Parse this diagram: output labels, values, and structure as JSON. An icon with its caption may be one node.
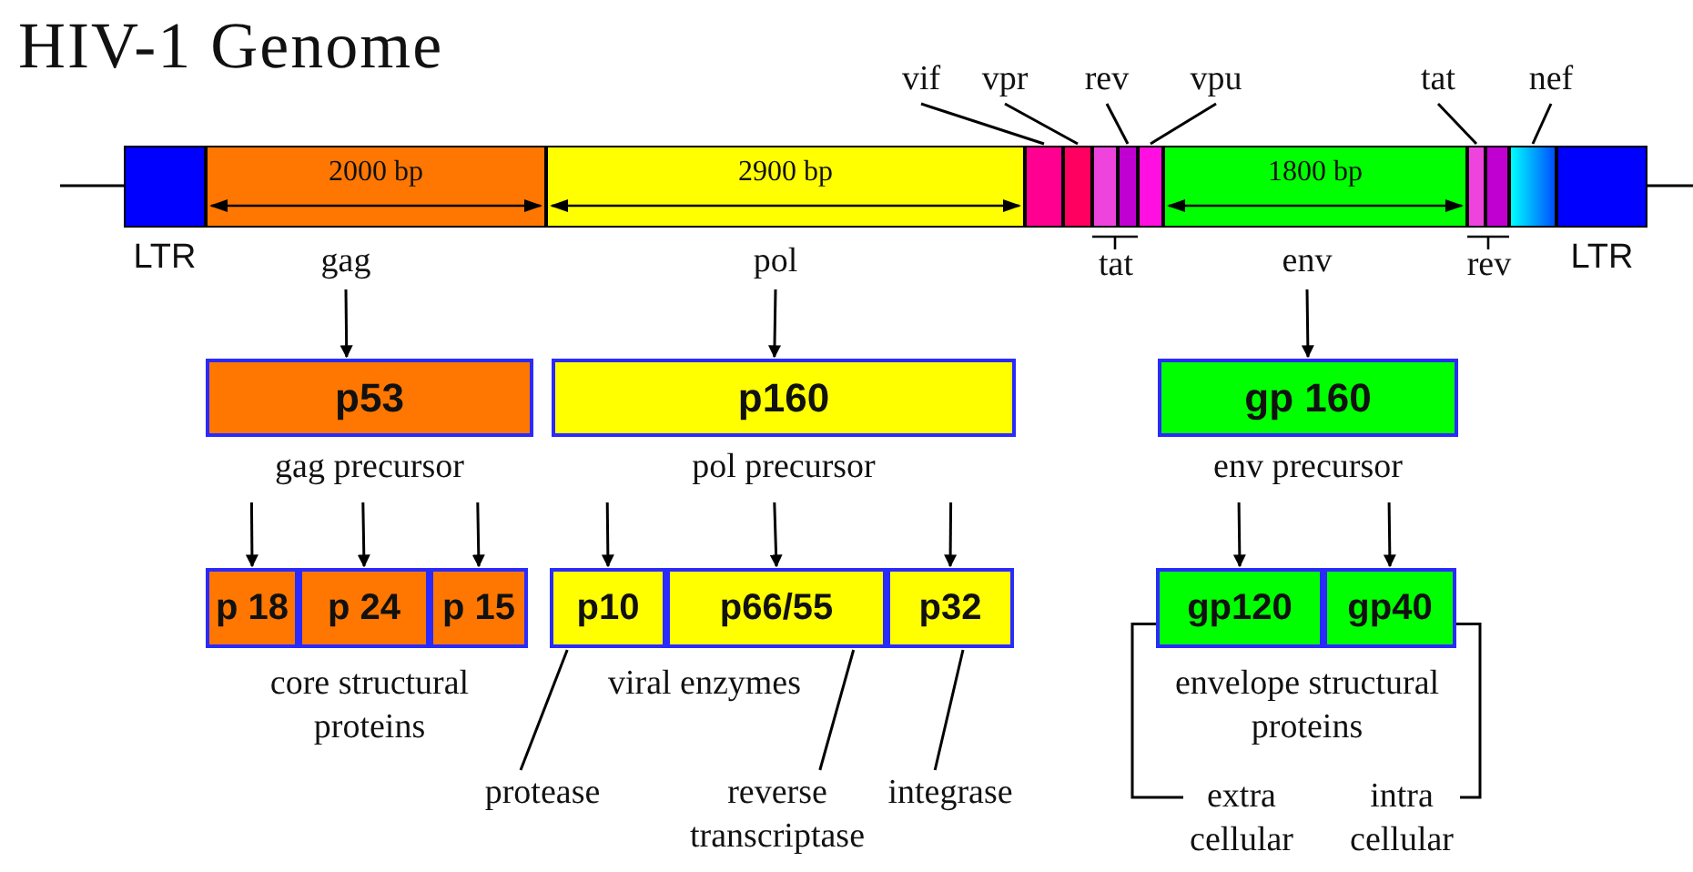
{
  "diagram": {
    "title": "HIV-1 Genome",
    "nodes": [
      {
        "text": [
          "vif"
        ]
      },
      {
        "text": [
          "vpr"
        ]
      },
      {
        "text": [
          "rev"
        ]
      },
      {
        "text": [
          "vpu"
        ]
      },
      {
        "text": [
          "tat"
        ]
      },
      {
        "text": [
          "nef"
        ]
      },
      {
        "text": [
          "LTR"
        ]
      },
      {
        "text": [
          "2000 bp"
        ]
      },
      {
        "text": [
          "2900 bp"
        ]
      },
      {
        "text": [],
        "shape": "box"
      },
      {
        "text": [],
        "shape": "box"
      },
      {
        "text": [],
        "shape": "box"
      },
      {
        "text": [],
        "shape": "box"
      },
      {
        "text": [],
        "shape": "box"
      },
      {
        "text": [
          "1800 bp"
        ]
      },
      {
        "text": [],
        "shape": "box"
      },
      {
        "text": [],
        "shape": "box"
      },
      {
        "text": [],
        "shape": "box"
      },
      {
        "text": [
          "LTR"
        ]
      },
      {
        "text": [
          "gag"
        ]
      },
      {
        "text": [
          "pol"
        ]
      },
      {
        "text": [
          "env"
        ]
      },
      {
        "text": [
          "p53"
        ],
        "beside": [
          "gag precursor"
        ]
      },
      {
        "text": [
          "p160"
        ],
        "beside": [
          "pol precursor"
        ]
      },
      {
        "text": [
          "gp 160"
        ],
        "beside": [
          "env precursor"
        ]
      },
      {
        "text": [
          "p 18"
        ]
      },
      {
        "text": [
          "p 24"
        ]
      },
      {
        "text": [
          "p 15"
        ]
      },
      {
        "text": [
          "p10"
        ]
      },
      {
        "text": [
          "p66/55"
        ]
      },
      {
        "text": [
          "p32"
        ]
      },
      {
        "text": [
          "gp120"
        ]
      },
      {
        "text": [
          "gp40"
        ]
      },
      {
        "text": [
          "protease"
        ]
      },
      {
        "text": [
          "reverse transcriptase"
        ]
      },
      {
        "text": [
          "integrase"
        ]
      },
      {
        "text": [
          "extra cellular"
        ]
      },
      {
        "text": [
          "intra cellular"
        ]
      }
    ],
    "edges": [
      {
        "from": 0,
        "to": 9,
        "arrow": "none"
      },
      {
        "from": 1,
        "to": 10,
        "arrow": "none"
      },
      {
        "from": 2,
        "to": 12,
        "arrow": "none"
      },
      {
        "from": 3,
        "to": 13,
        "arrow": "none"
      },
      {
        "from": 4,
        "to": 15,
        "arrow": "none"
      },
      {
        "from": 5,
        "to": 17,
        "arrow": "none"
      },
      {
        "from": 19,
        "to": 22,
        "arrow": "to"
      },
      {
        "from": 20,
        "to": 23,
        "arrow": "to"
      },
      {
        "from": 21,
        "to": 24,
        "arrow": "to"
      },
      {
        "from": 22,
        "to": 25,
        "arrow": "to"
      },
      {
        "from": 22,
        "to": 26,
        "arrow": "to"
      },
      {
        "from": 22,
        "to": 27,
        "arrow": "to"
      },
      {
        "from": 23,
        "to": 28,
        "arrow": "to"
      },
      {
        "from": 23,
        "to": 29,
        "arrow": "to"
      },
      {
        "from": 23,
        "to": 30,
        "arrow": "to"
      },
      {
        "from": 24,
        "to": 31,
        "arrow": "to"
      },
      {
        "from": 24,
        "to": 32,
        "arrow": "to"
      },
      {
        "from": 33,
        "to": 28,
        "arrow": "none"
      },
      {
        "from": 34,
        "to": 29,
        "arrow": "none"
      },
      {
        "from": 35,
        "to": 30,
        "arrow": "none"
      },
      {
        "from": 36,
        "to": 31,
        "arrow": "none"
      },
      {
        "from": 37,
        "to": 32,
        "arrow": "none"
      }
    ],
    "labels": [
      "tat",
      "rev",
      "core structural proteins",
      "viral enzymes",
      "envelope structural proteins"
    ]
  }
}
